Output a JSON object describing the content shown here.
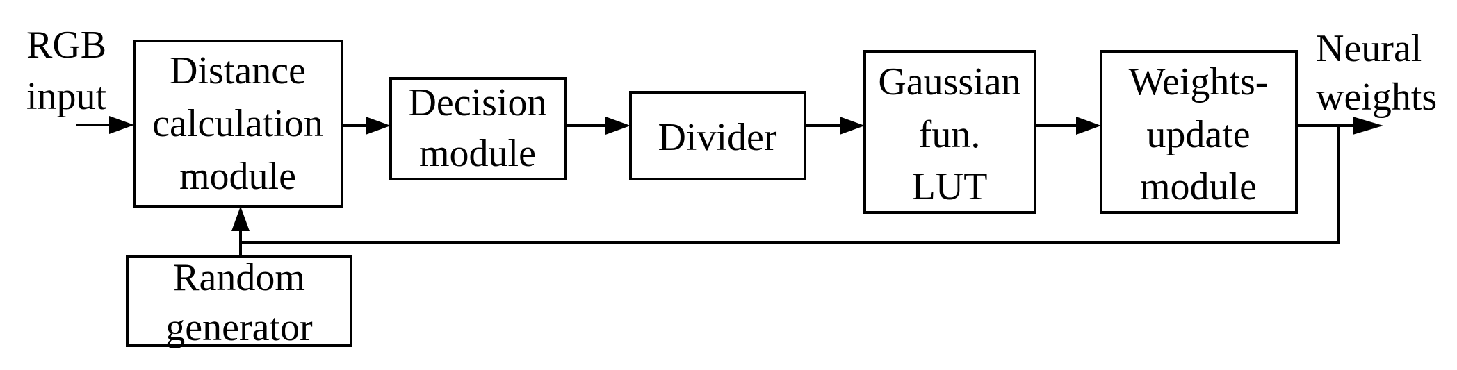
{
  "inputs": {
    "rgb_input": [
      "RGB",
      "input"
    ],
    "neural_weights": [
      "Neural",
      "weights"
    ]
  },
  "blocks": {
    "distance": [
      "Distance",
      "calculation",
      "module"
    ],
    "decision": [
      "Decision",
      "module"
    ],
    "divider": [
      "Divider"
    ],
    "gaussian": [
      "Gaussian",
      "fun.",
      "LUT"
    ],
    "weights_update": [
      "Weights-",
      "update",
      "module"
    ],
    "random": [
      "Random",
      "generator"
    ]
  }
}
